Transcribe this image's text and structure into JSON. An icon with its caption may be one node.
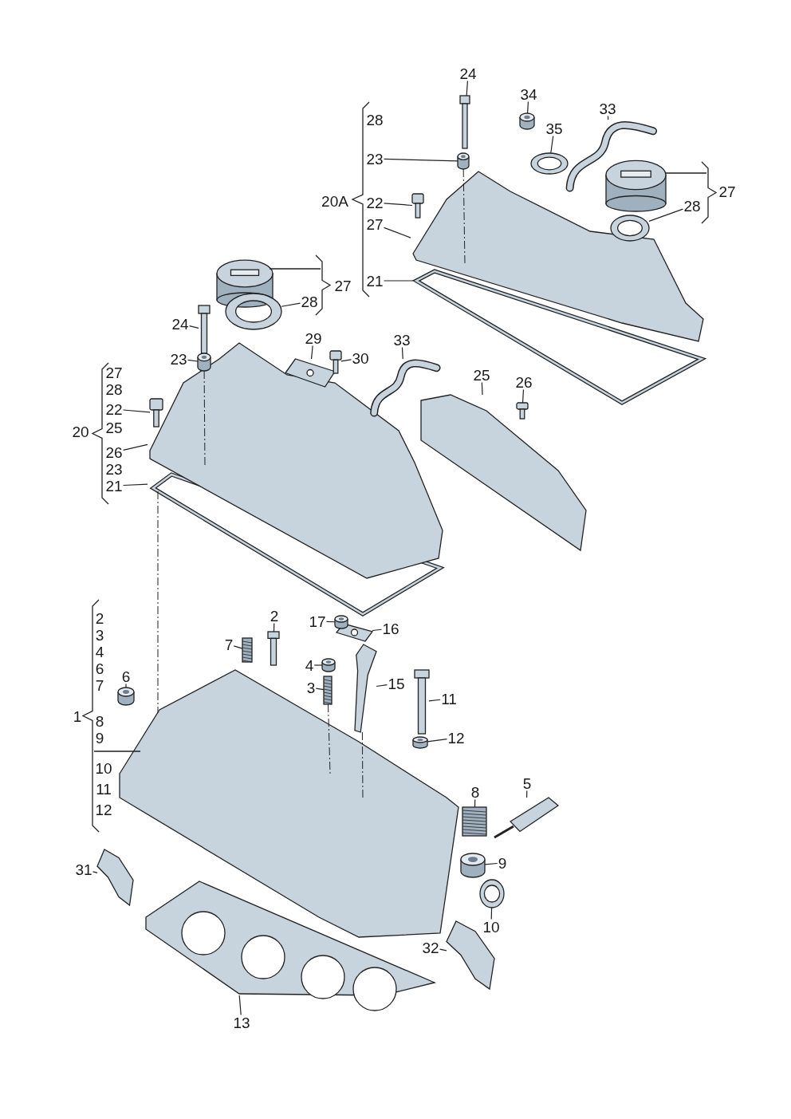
{
  "diagram": {
    "nodes": [
      {
        "text": [
          "24"
        ]
      },
      {
        "text": [],
        "shape": "picture"
      },
      {
        "text": [
          "34"
        ]
      },
      {
        "text": [],
        "shape": "cylinder"
      },
      {
        "text": [
          "33"
        ]
      },
      {
        "text": [],
        "shape": "picture"
      },
      {
        "text": [
          "35"
        ]
      },
      {
        "text": [],
        "shape": "picture"
      },
      {
        "text": [
          "23"
        ]
      },
      {
        "text": [],
        "shape": "cylinder"
      },
      {
        "text": [
          "22"
        ]
      },
      {
        "text": [],
        "shape": "picture"
      },
      {
        "text": [
          "27"
        ]
      },
      {
        "text": [
          "21"
        ]
      },
      {
        "text": [],
        "shape": "picture"
      },
      {
        "text": [],
        "shape": "picture"
      },
      {
        "text": [
          "28"
        ]
      },
      {
        "text": [],
        "shape": "picture"
      },
      {
        "text": [],
        "shape": "picture"
      },
      {
        "text": [],
        "shape": "picture"
      },
      {
        "text": [],
        "shape": "picture"
      },
      {
        "text": [
          "28"
        ]
      },
      {
        "text": [
          "24"
        ]
      },
      {
        "text": [],
        "shape": "picture"
      },
      {
        "text": [
          "23"
        ]
      },
      {
        "text": [],
        "shape": "cylinder"
      },
      {
        "text": [
          "29"
        ]
      },
      {
        "text": [],
        "shape": "picture"
      },
      {
        "text": [
          "30"
        ]
      },
      {
        "text": [],
        "shape": "picture"
      },
      {
        "text": [
          "33"
        ]
      },
      {
        "text": [],
        "shape": "picture"
      },
      {
        "text": [
          "25"
        ]
      },
      {
        "text": [],
        "shape": "picture"
      },
      {
        "text": [
          "26"
        ]
      },
      {
        "text": [],
        "shape": "picture"
      },
      {
        "text": [
          "22"
        ]
      },
      {
        "text": [],
        "shape": "picture"
      },
      {
        "text": [
          "26"
        ]
      },
      {
        "text": [
          "21"
        ]
      },
      {
        "text": [],
        "shape": "picture"
      },
      {
        "text": [],
        "shape": "picture"
      },
      {
        "text": [
          "17"
        ]
      },
      {
        "text": [],
        "shape": "cylinder"
      },
      {
        "text": [
          "16"
        ]
      },
      {
        "text": [],
        "shape": "picture"
      },
      {
        "text": [
          "2"
        ]
      },
      {
        "text": [],
        "shape": "picture"
      },
      {
        "text": [
          "7"
        ]
      },
      {
        "text": [],
        "shape": "bar"
      },
      {
        "text": [
          "4"
        ]
      },
      {
        "text": [],
        "shape": "cylinder"
      },
      {
        "text": [
          "3"
        ]
      },
      {
        "text": [],
        "shape": "bar"
      },
      {
        "text": [
          "15"
        ]
      },
      {
        "text": [],
        "shape": "picture"
      },
      {
        "text": [
          "6"
        ]
      },
      {
        "text": [],
        "shape": "cylinder"
      },
      {
        "text": [
          "11"
        ]
      },
      {
        "text": [],
        "shape": "picture"
      },
      {
        "text": [
          "12"
        ]
      },
      {
        "text": [],
        "shape": "cylinder"
      },
      {
        "text": [],
        "shape": "picture"
      },
      {
        "text": [
          "8"
        ]
      },
      {
        "text": [],
        "shape": "bar"
      },
      {
        "text": [
          "5"
        ]
      },
      {
        "text": [],
        "shape": "picture"
      },
      {
        "text": [
          "9"
        ]
      },
      {
        "text": [],
        "shape": "cylinder"
      },
      {
        "text": [
          "31"
        ]
      },
      {
        "text": [],
        "shape": "picture"
      },
      {
        "text": [
          "10"
        ]
      },
      {
        "text": [],
        "shape": "picture"
      },
      {
        "text": [
          "32"
        ]
      },
      {
        "text": [],
        "shape": "picture"
      },
      {
        "text": [
          "13"
        ]
      },
      {
        "text": [],
        "shape": "picture"
      }
    ],
    "edges": [
      {
        "from": 0,
        "to": 1,
        "arrow": "none"
      },
      {
        "from": 2,
        "to": 3,
        "arrow": "none"
      },
      {
        "from": 4,
        "to": 5,
        "arrow": "none"
      },
      {
        "from": 6,
        "to": 7,
        "arrow": "none"
      },
      {
        "from": 8,
        "to": 9,
        "arrow": "none"
      },
      {
        "from": 10,
        "to": 11,
        "arrow": "none"
      },
      {
        "from": 12,
        "to": 17,
        "arrow": "none"
      },
      {
        "from": 13,
        "to": 18,
        "arrow": "none"
      },
      {
        "from": 16,
        "to": 15,
        "arrow": "none"
      },
      {
        "from": 21,
        "to": 20,
        "arrow": "none"
      },
      {
        "from": 22,
        "to": 23,
        "arrow": "none"
      },
      {
        "from": 24,
        "to": 25,
        "arrow": "none"
      },
      {
        "from": 26,
        "to": 27,
        "arrow": "none"
      },
      {
        "from": 28,
        "to": 29,
        "arrow": "none"
      },
      {
        "from": 30,
        "to": 31,
        "arrow": "none"
      },
      {
        "from": 32,
        "to": 33,
        "arrow": "none"
      },
      {
        "from": 34,
        "to": 35,
        "arrow": "none"
      },
      {
        "from": 36,
        "to": 37,
        "arrow": "none"
      },
      {
        "from": 38,
        "to": 40,
        "arrow": "none"
      },
      {
        "from": 39,
        "to": 41,
        "arrow": "none"
      },
      {
        "from": 42,
        "to": 43,
        "arrow": "none"
      },
      {
        "from": 44,
        "to": 45,
        "arrow": "none"
      },
      {
        "from": 46,
        "to": 47,
        "arrow": "none"
      },
      {
        "from": 48,
        "to": 49,
        "arrow": "none"
      },
      {
        "from": 50,
        "to": 51,
        "arrow": "none"
      },
      {
        "from": 52,
        "to": 53,
        "arrow": "none"
      },
      {
        "from": 54,
        "to": 55,
        "arrow": "none"
      },
      {
        "from": 56,
        "to": 57,
        "arrow": "none"
      },
      {
        "from": 58,
        "to": 59,
        "arrow": "none"
      },
      {
        "from": 60,
        "to": 61,
        "arrow": "none"
      },
      {
        "from": 63,
        "to": 64,
        "arrow": "none"
      },
      {
        "from": 65,
        "to": 66,
        "arrow": "none"
      },
      {
        "from": 67,
        "to": 68,
        "arrow": "none"
      },
      {
        "from": 69,
        "to": 70,
        "arrow": "none"
      },
      {
        "from": 71,
        "to": 72,
        "arrow": "none"
      },
      {
        "from": 73,
        "to": 74,
        "arrow": "none"
      },
      {
        "from": 75,
        "to": 76,
        "arrow": "none"
      },
      {
        "from": 9,
        "to": 17,
        "arrow": "none",
        "style": "dashed"
      },
      {
        "from": 25,
        "to": 40,
        "arrow": "none",
        "style": "dashed"
      },
      {
        "from": 41,
        "to": 62,
        "arrow": "none",
        "style": "dashed"
      },
      {
        "from": 55,
        "to": 62,
        "arrow": "none",
        "style": "dashed"
      },
      {
        "from": 53,
        "to": 62,
        "arrow": "none",
        "style": "dashed"
      }
    ],
    "labels": [
      "28",
      "27",
      "20A",
      "27",
      "27",
      "28",
      "20",
      "25",
      "23",
      "1",
      "2",
      "3",
      "4",
      "6",
      "7",
      "8",
      "9",
      "10",
      "11",
      "12"
    ]
  }
}
